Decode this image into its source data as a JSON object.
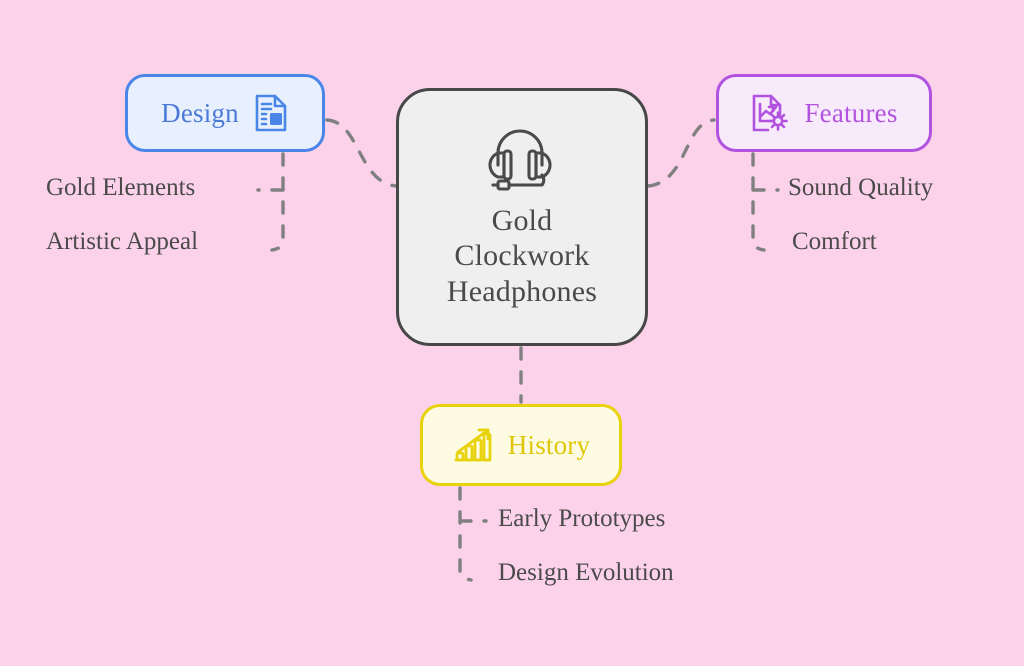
{
  "diagram": {
    "type": "mind-map",
    "background_color": "#fbd2ea",
    "center": {
      "title": "Gold Clockwork Headphones",
      "title_lines": [
        "Gold",
        "Clockwork",
        "Headphones"
      ],
      "icon": "headset-icon",
      "fill_color": "#efefef",
      "border_color": "#474747",
      "text_color": "#4a4a4a"
    },
    "branches": [
      {
        "id": "design",
        "label": "Design",
        "icon": "document-image-icon",
        "position": "left",
        "accent_color": "#4a86e8",
        "fill_color": "#e9f0fd",
        "text_color": "#4a79d8",
        "leaves": [
          "Gold Elements",
          "Artistic Appeal"
        ]
      },
      {
        "id": "features",
        "label": "Features",
        "icon": "document-chart-gear-icon",
        "position": "right",
        "accent_color": "#b253e0",
        "fill_color": "#f7eafb",
        "text_color": "#b253e0",
        "leaves": [
          "Sound Quality",
          "Comfort"
        ]
      },
      {
        "id": "history",
        "label": "History",
        "icon": "bar-chart-growth-icon",
        "position": "bottom",
        "accent_color": "#e8d20c",
        "fill_color": "#fdfce3",
        "text_color": "#e0c609",
        "leaves": [
          "Early Prototypes",
          "Design Evolution"
        ]
      }
    ],
    "connector": {
      "style": "dashed",
      "color": "#808080"
    }
  }
}
